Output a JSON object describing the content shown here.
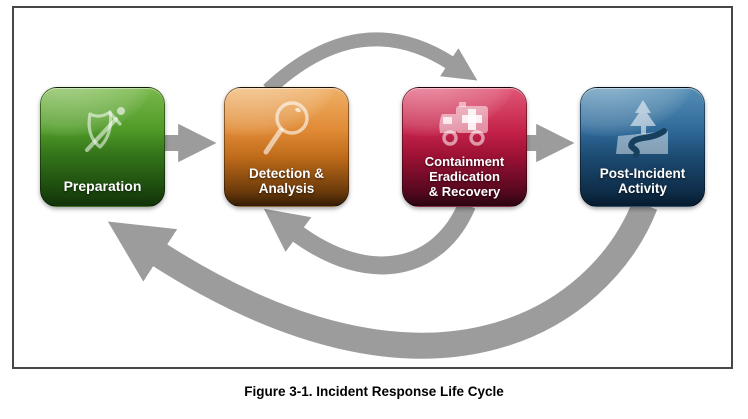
{
  "figure": {
    "caption": "Figure 3-1. Incident Response Life Cycle"
  },
  "stages": [
    {
      "id": "preparation",
      "lines": [
        "Preparation"
      ],
      "icon": "shield-sword-icon",
      "color_top": "#7ab84a",
      "color_bottom": "#123208"
    },
    {
      "id": "detection-analysis",
      "lines": [
        "Detection &",
        "Analysis"
      ],
      "icon": "magnifier-icon",
      "color_top": "#efb066",
      "color_bottom": "#341d05"
    },
    {
      "id": "containment-eradication-recovery",
      "lines": [
        "Containment",
        "Eradication",
        "& Recovery"
      ],
      "icon": "ambulance-icon",
      "color_top": "#e05575",
      "color_bottom": "#2a0511"
    },
    {
      "id": "post-incident-activity",
      "lines": [
        "Post-Incident",
        "Activity"
      ],
      "icon": "tree-path-icon",
      "color_top": "#558eb5",
      "color_bottom": "#061a2d"
    }
  ],
  "arrows": {
    "color": "#9c9c9c",
    "items": [
      {
        "name": "preparation-to-detection",
        "type": "straight-right"
      },
      {
        "name": "containment-to-post-incident",
        "type": "straight-right"
      },
      {
        "name": "detection-to-containment-over-top",
        "type": "arc-clockwise"
      },
      {
        "name": "containment-back-to-detection",
        "type": "arc-return"
      },
      {
        "name": "post-incident-back-to-preparation",
        "type": "arc-return-large"
      }
    ]
  },
  "frame_border_color": "#474747"
}
